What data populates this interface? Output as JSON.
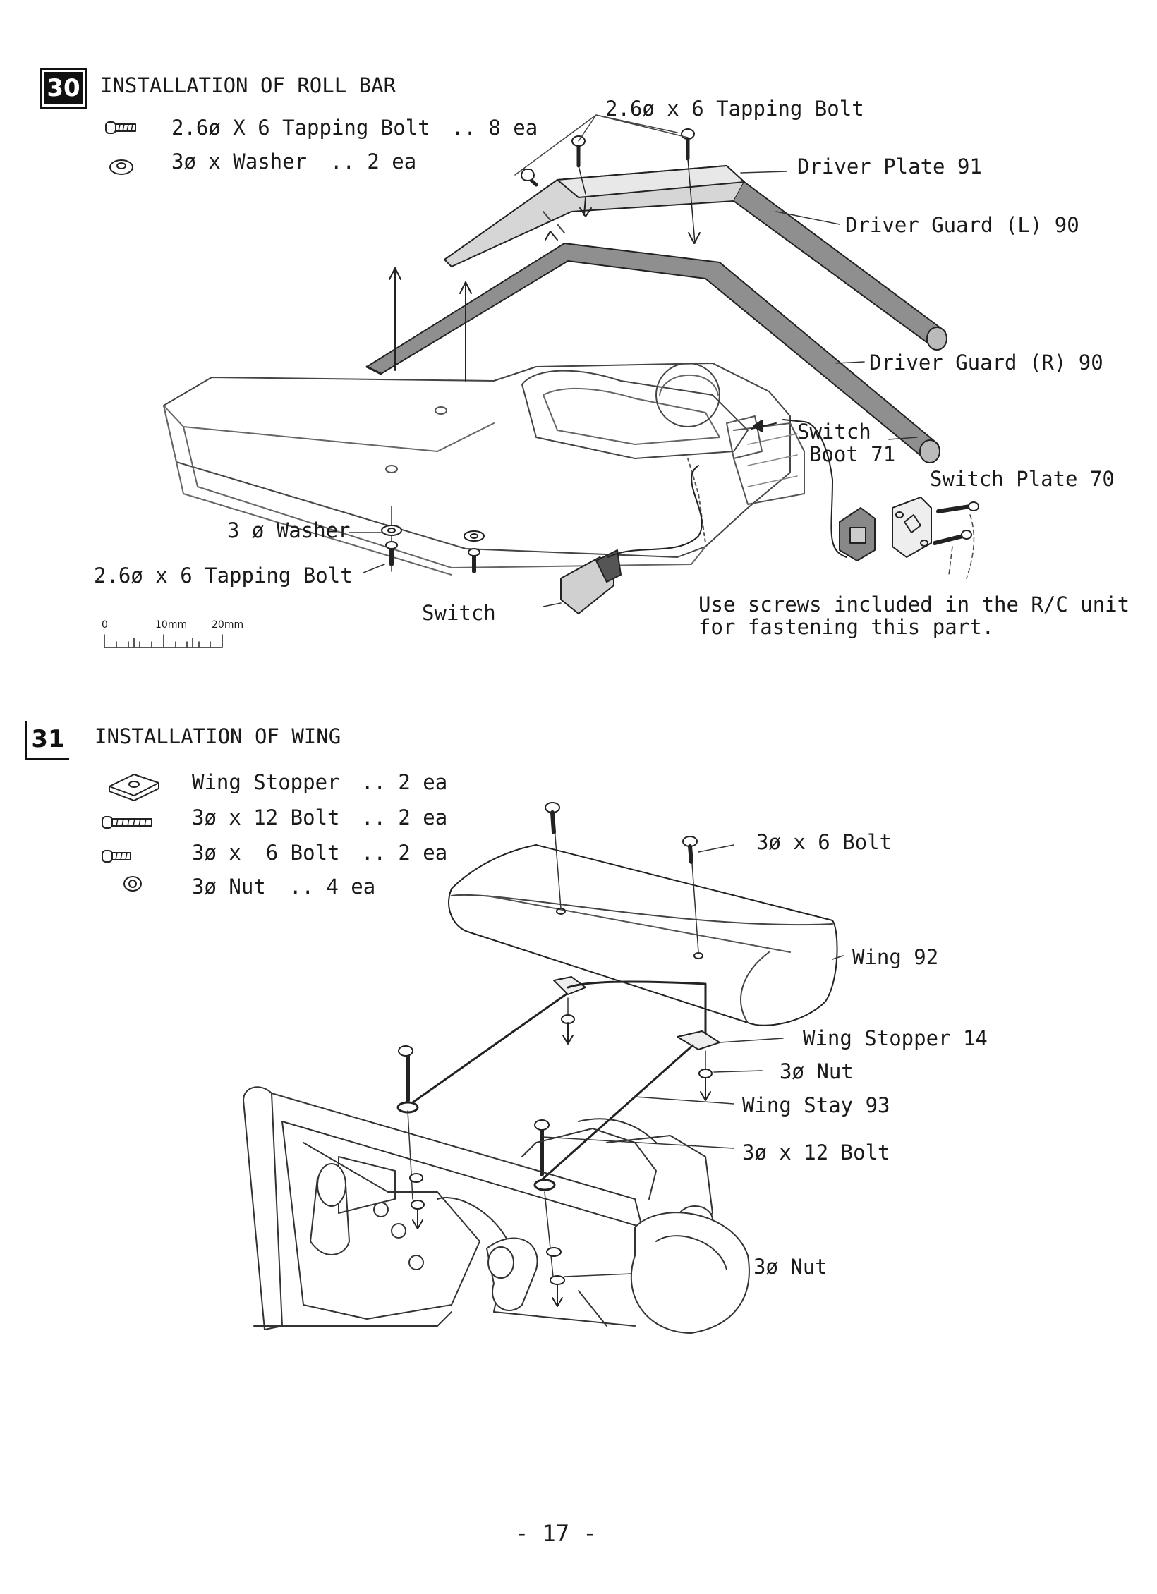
{
  "step30": {
    "number": "30",
    "title": "INSTALLATION OF ROLL BAR",
    "parts": [
      {
        "icon": "tapping-bolt-icon",
        "label": "2.6ø X 6 Tapping Bolt",
        "qty": ".. 8 ea"
      },
      {
        "icon": "washer-icon",
        "label": "3ø x Washer",
        "qty": ".. 2 ea"
      }
    ],
    "callouts": {
      "top_bolt": "2.6ø x 6 Tapping Bolt",
      "driver_plate": "Driver Plate 91",
      "driver_guard_l": "Driver Guard (L) 90",
      "driver_guard_r": "Driver Guard (R) 90",
      "switch_boot_1": "Switch",
      "switch_boot_2": "Boot 71",
      "switch_plate": "Switch Plate 70",
      "washer": "3 ø Washer",
      "bottom_bolt": "2.6ø x 6 Tapping Bolt",
      "switch": "Switch",
      "note_1": "Use screws included in the R/C unit",
      "note_2": "for fastening this part."
    },
    "scale": {
      "t0": "0",
      "t1": "10mm",
      "t2": "20mm"
    }
  },
  "step31": {
    "number": "31",
    "title": "INSTALLATION OF WING",
    "parts": [
      {
        "icon": "wing-stopper-icon",
        "label": "Wing Stopper",
        "qty": ".. 2 ea"
      },
      {
        "icon": "long-bolt-icon",
        "label": "3ø x 12 Bolt",
        "qty": ".. 2 ea"
      },
      {
        "icon": "short-bolt-icon",
        "label": "3ø x  6 Bolt",
        "qty": ".. 2 ea"
      },
      {
        "icon": "nut-icon",
        "label": "3ø Nut",
        "qty": ".. 4 ea"
      }
    ],
    "callouts": {
      "bolt6": "3ø x 6 Bolt",
      "wing": "Wing 92",
      "wing_stopper": "Wing Stopper 14",
      "nut_a": "3ø Nut",
      "wing_stay": "Wing Stay 93",
      "bolt12": "3ø x 12 Bolt",
      "nut_b": "3ø Nut"
    }
  },
  "page_number": "- 17 -"
}
